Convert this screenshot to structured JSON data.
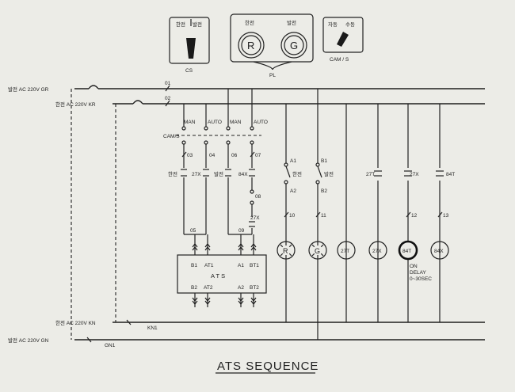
{
  "panel": {
    "cs_switch": {
      "left": "한전",
      "right": "발전",
      "label": "CS"
    },
    "lamps": {
      "top_left": "한전",
      "top_right": "발전",
      "r": "R",
      "g": "G",
      "label": "PL"
    },
    "cam_switch": {
      "left": "자동",
      "right": "수동",
      "label": "CAM / S"
    }
  },
  "buses": {
    "gr": "발전  AC 220V  GR",
    "kr": "한전  AC 220V  KR",
    "kn": "한전  AC 220V  KN",
    "gn": "발전  AC 220V  GN",
    "w01": "01",
    "w02": "02",
    "kn1": "KN1",
    "gn1": "GN1"
  },
  "contacts": {
    "man1": "MAN",
    "auto1": "AUTO",
    "man2": "MAN",
    "auto2": "AUTO",
    "cams": "CAM/S",
    "w03": "03",
    "w04": "04",
    "w06": "06",
    "w07": "07",
    "hanjeon": "한전",
    "x27": "27X",
    "baljeon": "발전",
    "x84": "84X",
    "w08": "08",
    "x27b": "27X",
    "w05": "05",
    "w09": "09"
  },
  "ats": {
    "b1": "B1",
    "at1": "AT1",
    "a1": "A1",
    "bt1": "BT1",
    "name": "A T S",
    "b2": "B2",
    "at2": "AT2",
    "a2": "A2",
    "bt2": "BT2"
  },
  "right": {
    "a1": "A1",
    "a2": "A2",
    "han": "한전",
    "b1": "B1",
    "b2": "B2",
    "bal": "발전",
    "t27": "27T",
    "x27": "27X",
    "t84": "84T",
    "w10": "10",
    "w11": "11",
    "w12": "12",
    "w13": "13",
    "lamp_r": "R",
    "lamp_g": "G",
    "coil_27t": "27T",
    "coil_27x": "27X",
    "coil_84t": "84T",
    "coil_84x": "84X",
    "note1": "ON",
    "note2": "DELAY",
    "note3": "0~30SEC"
  },
  "title": "ATS   SEQUENCE"
}
